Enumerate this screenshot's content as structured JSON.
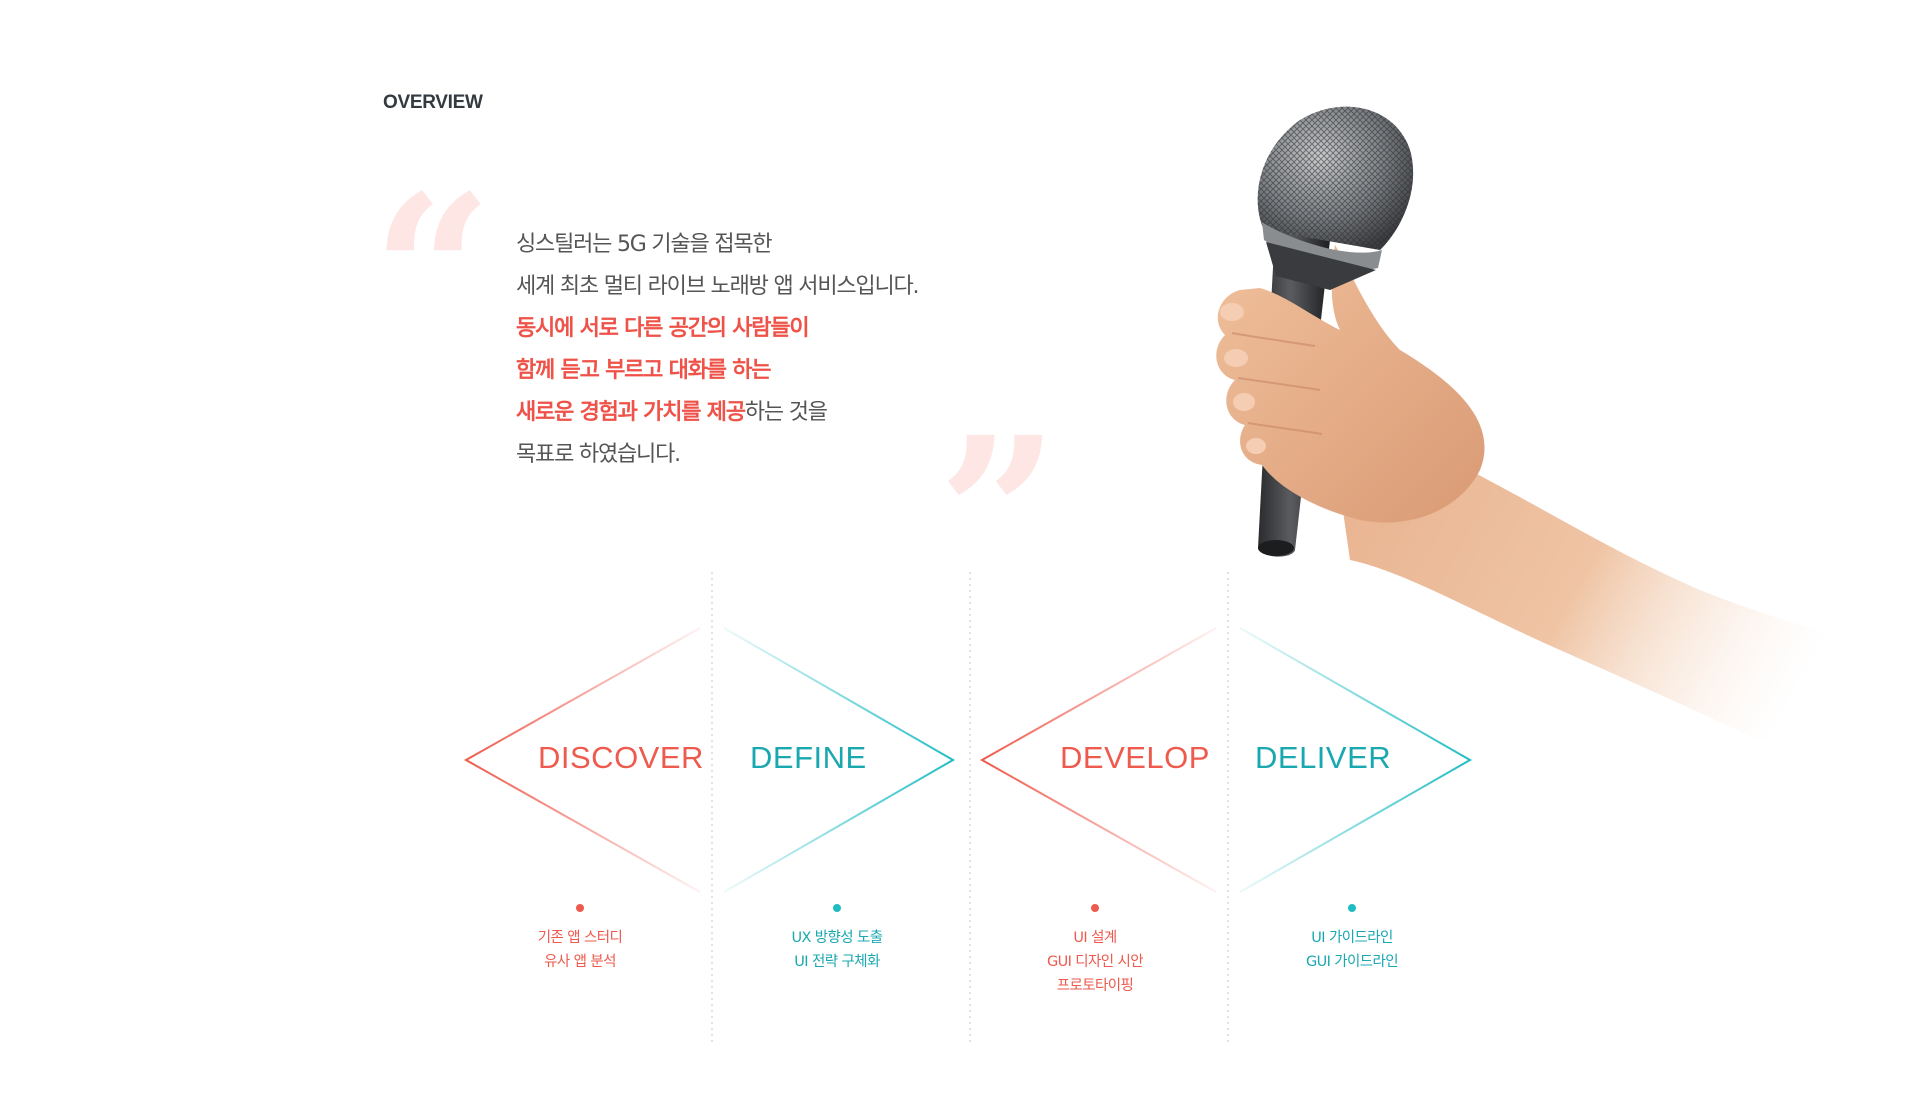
{
  "section": {
    "label": "OVERVIEW"
  },
  "quote": {
    "open_mark": "“",
    "close_mark": "”",
    "lines": [
      {
        "text": "싱스틸러는 5G 기술을 접목한"
      },
      {
        "text": "세계 최초 멀티 라이브 노래방 앱 서비스입니다."
      },
      {
        "highlight": "동시에 서로 다른 공간의 사람들이"
      },
      {
        "highlight": "함께 듣고 부르고 대화를 하는"
      },
      {
        "highlight": "새로운 경험과 가치를 제공",
        "text": "하는 것을"
      },
      {
        "text": "목표로 하였습니다."
      }
    ]
  },
  "hero_image": {
    "description_icon": "hand-holding-microphone"
  },
  "process": {
    "phases": [
      {
        "key": "discover",
        "label": "DISCOVER",
        "color": "#ee5a4d",
        "items": [
          "기존 앱 스터디",
          "유사 앱 분석"
        ]
      },
      {
        "key": "define",
        "label": "DEFINE",
        "color": "#1aa8b0",
        "items": [
          "UX 방향성 도출",
          "UI 전략 구체화"
        ]
      },
      {
        "key": "develop",
        "label": "DEVELOP",
        "color": "#ee5a4d",
        "items": [
          "UI 설계",
          "GUI 디자인 시안",
          "프로토타이핑"
        ]
      },
      {
        "key": "deliver",
        "label": "DELIVER",
        "color": "#1aa8b0",
        "items": [
          "UI 가이드라인",
          "GUI 가이드라인"
        ]
      }
    ]
  },
  "colors": {
    "accent": "#ee5248",
    "coral": "#ee5a4d",
    "teal": "#1aa8b0",
    "body_text": "#555555",
    "label": "#333a40",
    "quote_mark": "#fde6e3"
  }
}
